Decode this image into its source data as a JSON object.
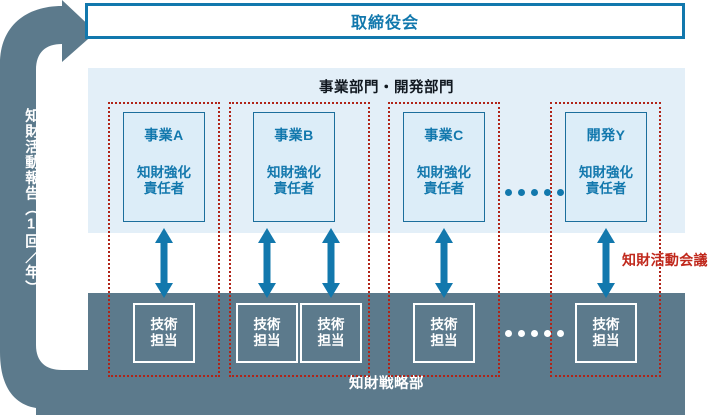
{
  "diagram": {
    "board": {
      "label": "取締役会"
    },
    "divisions_panel": {
      "title": "事業部門・開発部門"
    },
    "strategy_panel": {
      "title": "知財戦略部"
    },
    "loop": {
      "label": "知財活動報告（1回／年）"
    },
    "meeting": {
      "label": "知財活動会議"
    },
    "units": [
      {
        "name": "事業A",
        "role": "知財強化\n責任者"
      },
      {
        "name": "事業B",
        "role": "知財強化\n責任者"
      },
      {
        "name": "事業C",
        "role": "知財強化\n責任者"
      },
      {
        "name": "開発Y",
        "role": "知財強化\n責任者"
      }
    ],
    "engineers": [
      {
        "label": "技術\n担当"
      },
      {
        "label": "技術\n担当"
      },
      {
        "label": "技術\n担当"
      },
      {
        "label": "技術\n担当"
      },
      {
        "label": "技術\n担当"
      }
    ],
    "colors": {
      "accent_blue": "#1278ad",
      "panel_light_blue": "#e3eff8",
      "unit_fill": "#dcedf8",
      "slate": "#5c7a8c",
      "red_dotted": "#b02418",
      "meeting_red": "#c0281c",
      "white": "#ffffff"
    }
  }
}
